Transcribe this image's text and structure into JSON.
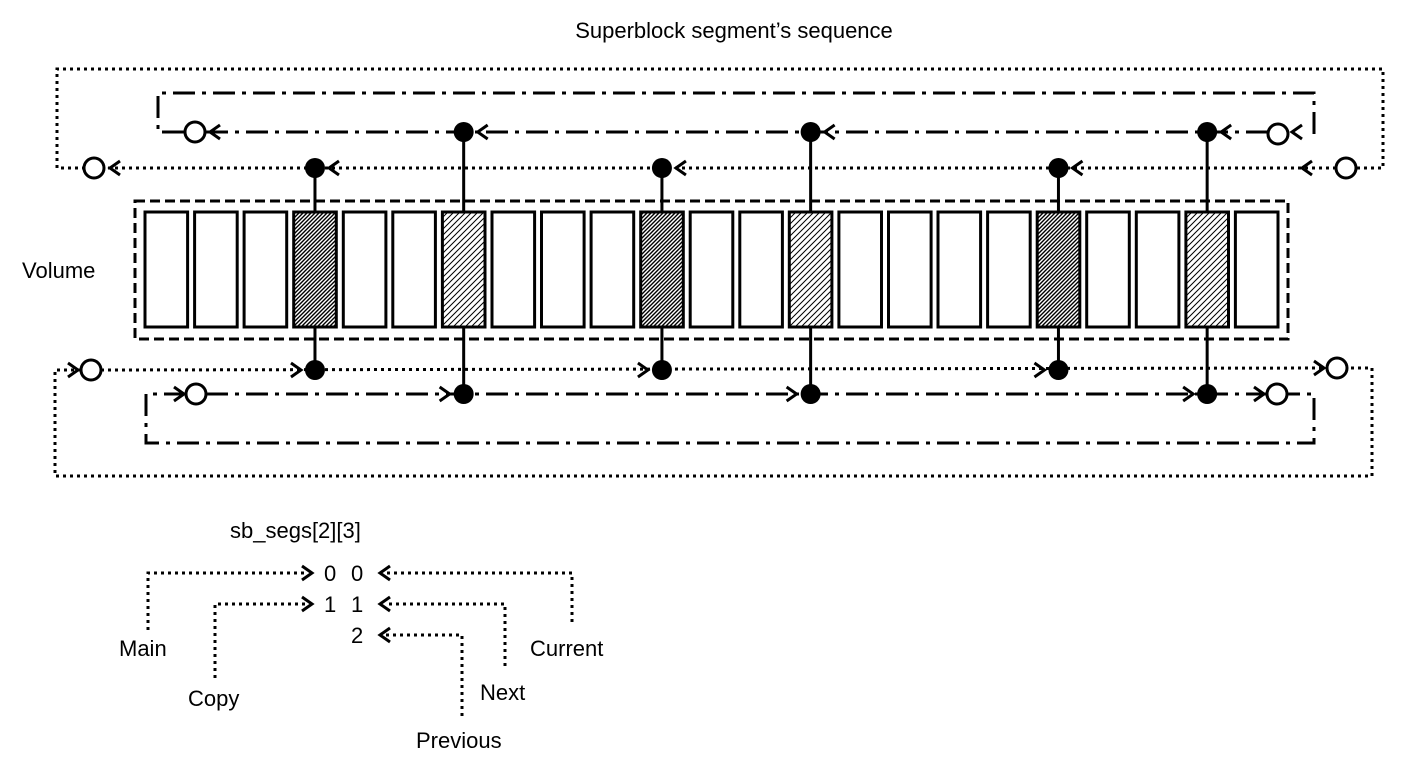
{
  "title": "Superblock segment’s sequence",
  "volume_label": "Volume",
  "volume": {
    "segment_count": 23,
    "hatched_dense": [
      3,
      10,
      18
    ],
    "hatched_diag": [
      6,
      13,
      21
    ]
  },
  "array": {
    "caption": "sb_segs[2][3]",
    "row0": [
      "0",
      "0"
    ],
    "row1": [
      "1",
      "1"
    ],
    "row2": [
      "",
      "2"
    ]
  },
  "labels": {
    "main": "Main",
    "copy": "Copy",
    "current": "Current",
    "next": "Next",
    "previous": "Previous"
  },
  "colors": {
    "ink": "#000000",
    "background": "#ffffff"
  }
}
